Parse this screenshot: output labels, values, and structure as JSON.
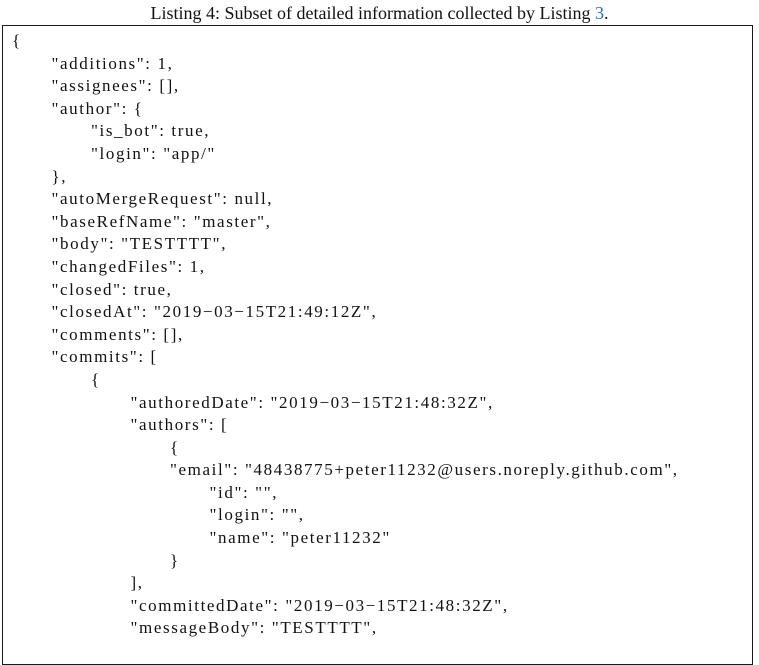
{
  "caption": {
    "prefix": "Listing 4: Subset of detailed information collected by Listing ",
    "ref": "3",
    "suffix": "."
  },
  "code_lines": [
    {
      "indent": 0,
      "text": "{"
    },
    {
      "indent": 1,
      "text": "\"additions\": 1,"
    },
    {
      "indent": 1,
      "text": "\"assignees\": [],"
    },
    {
      "indent": 1,
      "text": "\"author\": {"
    },
    {
      "indent": 2,
      "text": "\"is_bot\": true,"
    },
    {
      "indent": 2,
      "text": "\"login\": \"app/\""
    },
    {
      "indent": 1,
      "text": "},"
    },
    {
      "indent": 1,
      "text": "\"autoMergeRequest\": null,"
    },
    {
      "indent": 1,
      "text": "\"baseRefName\": \"master\","
    },
    {
      "indent": 1,
      "text": "\"body\": \"TESTTTT\","
    },
    {
      "indent": 1,
      "text": "\"changedFiles\": 1,"
    },
    {
      "indent": 1,
      "text": "\"closed\": true,"
    },
    {
      "indent": 1,
      "text": "\"closedAt\": \"2019−03−15T21:49:12Z\","
    },
    {
      "indent": 1,
      "text": "\"comments\": [],"
    },
    {
      "indent": 1,
      "text": "\"commits\": ["
    },
    {
      "indent": 2,
      "text": "{"
    },
    {
      "indent": 3,
      "text": "\"authoredDate\": \"2019−03−15T21:48:32Z\","
    },
    {
      "indent": 3,
      "text": "\"authors\": ["
    },
    {
      "indent": 4,
      "text": "{"
    },
    {
      "indent": 4,
      "text": "\"email\": \"48438775+peter11232@users.noreply.github.com\","
    },
    {
      "indent": 5,
      "text": "\"id\": \"\","
    },
    {
      "indent": 5,
      "text": "\"login\": \"\","
    },
    {
      "indent": 5,
      "text": "\"name\": \"peter11232\""
    },
    {
      "indent": 4,
      "text": "}"
    },
    {
      "indent": 3,
      "text": "],"
    },
    {
      "indent": 3,
      "text": "\"committedDate\": \"2019−03−15T21:48:32Z\","
    },
    {
      "indent": 3,
      "text": "\"messageBody\": \"TESTTTT\","
    }
  ]
}
